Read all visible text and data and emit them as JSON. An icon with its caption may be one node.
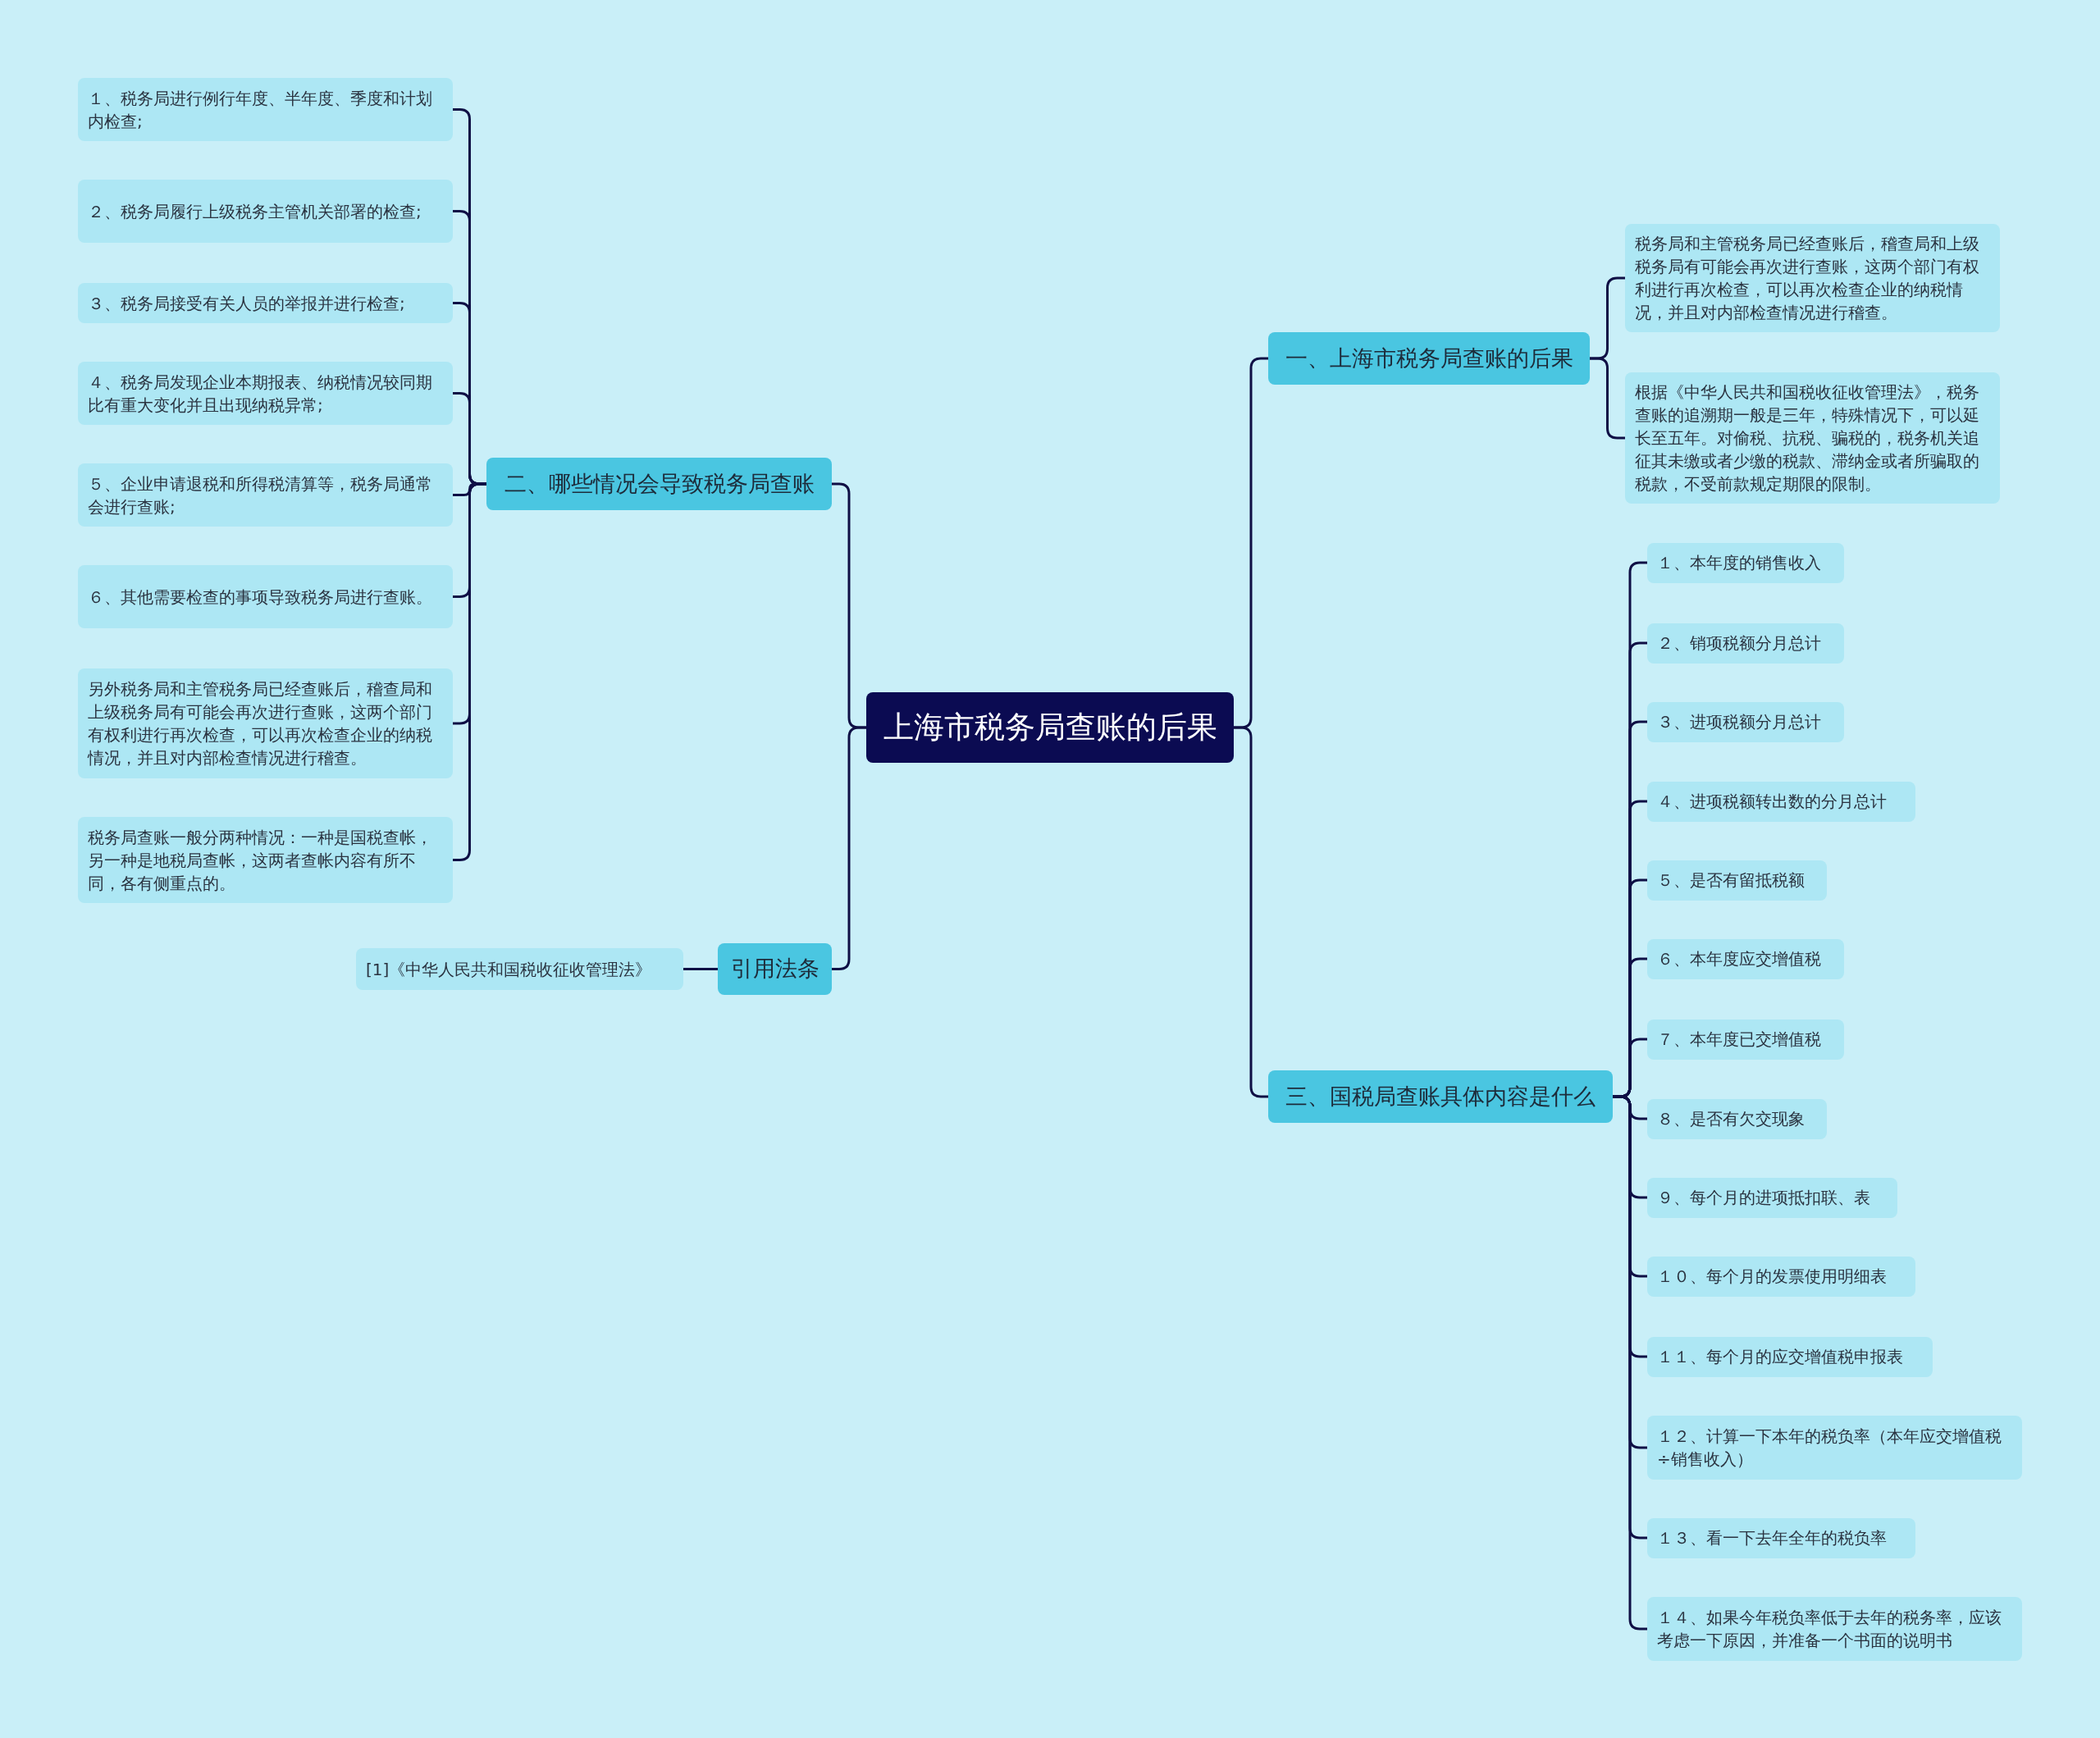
{
  "diagram": {
    "nodes": [
      {
        "text": [
          "上海市税务局查账的后果"
        ]
      },
      {
        "text": [
          "一、上海市税务局查账的后果"
        ]
      },
      {
        "text": [
          "税务局和主管税务局已经查账后，稽查局和上级税务局有可能会再次进行查账，这两个部门有权利进行再次检查，可以再次检查企业的纳税情况，并且对内部检查情况进行稽查。"
        ]
      },
      {
        "text": [
          "根据《中华人民共和国税收征收管理法》，税务查账的追溯期一般是三年，特殊情况下，可以延长至五年。对偷税、抗税、骗税的，税务机关追征其未缴或者少缴的税款、滞纳金或者所骗取的税款，不受前款规定期限的限制。"
        ]
      },
      {
        "text": [
          "三、国税局查账具体内容是什么"
        ]
      },
      {
        "text": [
          "１、本年度的销售收入"
        ]
      },
      {
        "text": [
          "２、销项税额分月总计"
        ]
      },
      {
        "text": [
          "３、进项税额分月总计"
        ]
      },
      {
        "text": [
          "４、进项税额转出数的分月总计"
        ]
      },
      {
        "text": [
          "５、是否有留抵税额"
        ]
      },
      {
        "text": [
          "６、本年度应交增值税"
        ]
      },
      {
        "text": [
          "７、本年度已交增值税"
        ]
      },
      {
        "text": [
          "８、是否有欠交现象"
        ]
      },
      {
        "text": [
          "９、每个月的进项抵扣联、表"
        ]
      },
      {
        "text": [
          "１０、每个月的发票使用明细表"
        ]
      },
      {
        "text": [
          "１１、每个月的应交增值税申报表"
        ]
      },
      {
        "text": [
          "１２、计算一下本年的税负率（本年应交增值税÷销售收入）"
        ]
      },
      {
        "text": [
          "１３、看一下去年全年的税负率"
        ]
      },
      {
        "text": [
          "１４、如果今年税负率低于去年的税务率，应该考虑一下原因，并准备一个书面的说明书"
        ]
      },
      {
        "text": [
          "二、哪些情况会导致税务局查账"
        ]
      },
      {
        "text": [
          "１、税务局进行例行年度、半年度、季度和计划内检查;"
        ]
      },
      {
        "text": [
          "２、税务局履行上级税务主管机关部署的检查;"
        ]
      },
      {
        "text": [
          "３、税务局接受有关人员的举报并进行检查;"
        ]
      },
      {
        "text": [
          "４、税务局发现企业本期报表、纳税情况较同期比有重大变化并且出现纳税异常;"
        ]
      },
      {
        "text": [
          "５、企业申请退税和所得税清算等，税务局通常会进行查账;"
        ]
      },
      {
        "text": [
          "６、其他需要检查的事项导致税务局进行查账。"
        ]
      },
      {
        "text": [
          "另外税务局和主管税务局已经查账后，稽查局和上级税务局有可能会再次进行查账，这两个部门有权利进行再次检查，可以再次检查企业的纳税情况，并且对内部检查情况进行稽查。"
        ]
      },
      {
        "text": [
          "税务局查账一般分两种情况：一种是国税查帐，另一种是地税局查帐，这两者查帐内容有所不同，各有侧重点的。"
        ]
      },
      {
        "text": [
          "引用法条"
        ]
      },
      {
        "text": [
          "[1]《中华人民共和国税收征收管理法》"
        ]
      }
    ],
    "edges": [
      {
        "from": 0,
        "to": 1,
        "arrow": "none"
      },
      {
        "from": 1,
        "to": 2,
        "arrow": "none"
      },
      {
        "from": 1,
        "to": 3,
        "arrow": "none"
      },
      {
        "from": 0,
        "to": 4,
        "arrow": "none"
      },
      {
        "from": 4,
        "to": 5,
        "arrow": "none"
      },
      {
        "from": 4,
        "to": 6,
        "arrow": "none"
      },
      {
        "from": 4,
        "to": 7,
        "arrow": "none"
      },
      {
        "from": 4,
        "to": 8,
        "arrow": "none"
      },
      {
        "from": 4,
        "to": 9,
        "arrow": "none"
      },
      {
        "from": 4,
        "to": 10,
        "arrow": "none"
      },
      {
        "from": 4,
        "to": 11,
        "arrow": "none"
      },
      {
        "from": 4,
        "to": 12,
        "arrow": "none"
      },
      {
        "from": 4,
        "to": 13,
        "arrow": "none"
      },
      {
        "from": 4,
        "to": 14,
        "arrow": "none"
      },
      {
        "from": 4,
        "to": 15,
        "arrow": "none"
      },
      {
        "from": 4,
        "to": 16,
        "arrow": "none"
      },
      {
        "from": 4,
        "to": 17,
        "arrow": "none"
      },
      {
        "from": 4,
        "to": 18,
        "arrow": "none"
      },
      {
        "from": 0,
        "to": 19,
        "arrow": "none"
      },
      {
        "from": 19,
        "to": 20,
        "arrow": "none"
      },
      {
        "from": 19,
        "to": 21,
        "arrow": "none"
      },
      {
        "from": 19,
        "to": 22,
        "arrow": "none"
      },
      {
        "from": 19,
        "to": 23,
        "arrow": "none"
      },
      {
        "from": 19,
        "to": 24,
        "arrow": "none"
      },
      {
        "from": 19,
        "to": 25,
        "arrow": "none"
      },
      {
        "from": 19,
        "to": 26,
        "arrow": "none"
      },
      {
        "from": 19,
        "to": 27,
        "arrow": "none"
      },
      {
        "from": 0,
        "to": 28,
        "arrow": "none"
      },
      {
        "from": 28,
        "to": 29,
        "arrow": "none"
      }
    ]
  }
}
